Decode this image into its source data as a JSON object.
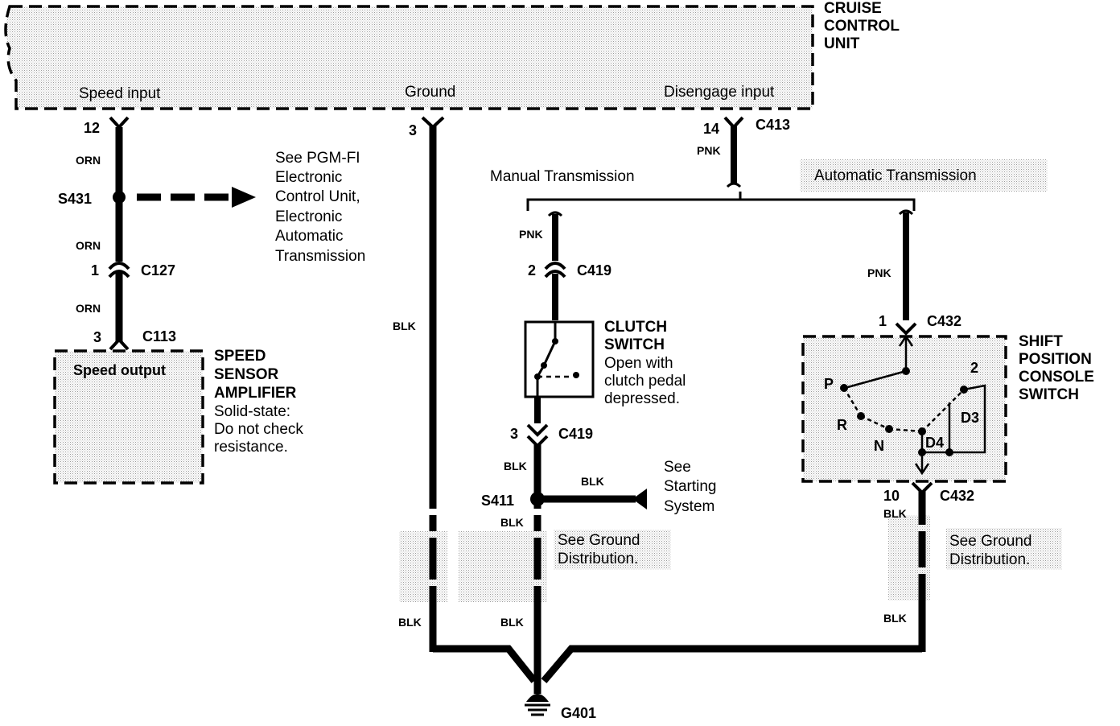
{
  "cruise_unit": {
    "title": [
      "CRUISE",
      "CONTROL",
      "UNIT"
    ],
    "speed_input": "Speed input",
    "ground": "Ground",
    "disengage_input": "Disengage input"
  },
  "speed_circuit": {
    "pin_12": "12",
    "wire_orn_1": "ORN",
    "splice_s431": "S431",
    "see_pgm_fi": [
      "See PGM-FI",
      "Electronic",
      "Control Unit,",
      "Electronic",
      "Automatic",
      "Transmission"
    ],
    "wire_orn_2": "ORN",
    "pin_1": "1",
    "conn_c127": "C127",
    "wire_orn_3": "ORN",
    "pin_3": "3",
    "conn_c113": "C113"
  },
  "speed_sensor": {
    "speed_output": "Speed output",
    "title": [
      "SPEED",
      "SENSOR",
      "AMPLIFIER"
    ],
    "note": [
      "Solid-state:",
      "Do not check",
      "resistance."
    ]
  },
  "ground_circuit": {
    "pin_3": "3",
    "wire_blk_1": "BLK",
    "wire_blk_2": "BLK"
  },
  "disengage_circuit": {
    "pin_14": "14",
    "conn_c413": "C413",
    "wire_pnk": "PNK",
    "manual_trans": "Manual Transmission",
    "auto_trans": "Automatic Transmission"
  },
  "clutch_circuit": {
    "wire_pnk": "PNK",
    "pin_2": "2",
    "conn_c419_top": "C419",
    "switch_title": [
      "CLUTCH",
      "SWITCH"
    ],
    "switch_note": [
      "Open with",
      "clutch pedal",
      "depressed."
    ],
    "pin_3": "3",
    "conn_c419_bottom": "C419",
    "wire_blk_1": "BLK",
    "splice_s411": "S411",
    "wire_blk_starting": "BLK",
    "see_starting": [
      "See",
      "Starting",
      "System"
    ],
    "wire_blk_2": "BLK",
    "see_ground": [
      "See Ground",
      "Distribution."
    ],
    "wire_blk_3": "BLK"
  },
  "shift_circuit": {
    "wire_pnk": "PNK",
    "pin_1": "1",
    "conn_c432_top": "C432",
    "switch_title": [
      "SHIFT",
      "POSITION",
      "CONSOLE",
      "SWITCH"
    ],
    "pos_p": "P",
    "pos_r": "R",
    "pos_n": "N",
    "pos_d4": "D4",
    "pos_d3": "D3",
    "pos_2": "2",
    "pin_10": "10",
    "conn_c432_bottom": "C432",
    "wire_blk_1": "BLK",
    "see_ground": [
      "See Ground",
      "Distribution."
    ],
    "wire_blk_2": "BLK"
  },
  "ground_point": {
    "label": "G401"
  }
}
